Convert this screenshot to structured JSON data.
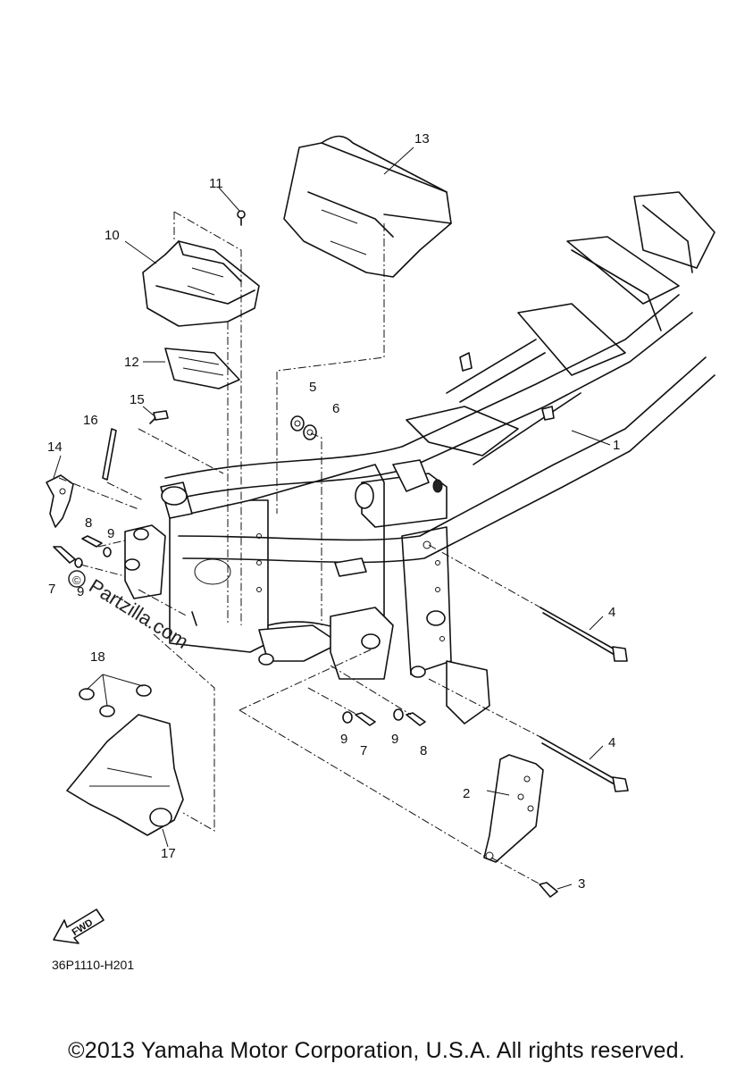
{
  "callouts": [
    "1",
    "2",
    "3",
    "4",
    "4",
    "5",
    "6",
    "7",
    "7",
    "8",
    "8",
    "9",
    "9",
    "9",
    "9",
    "10",
    "11",
    "12",
    "13",
    "14",
    "15",
    "16",
    "17",
    "18"
  ],
  "fwd_label": "FWD",
  "watermark": "Partzilla.com",
  "diagram_code": "36P1110-H201",
  "copyright": "©2013 Yamaha Motor Corporation, U.S.A. All rights reserved."
}
